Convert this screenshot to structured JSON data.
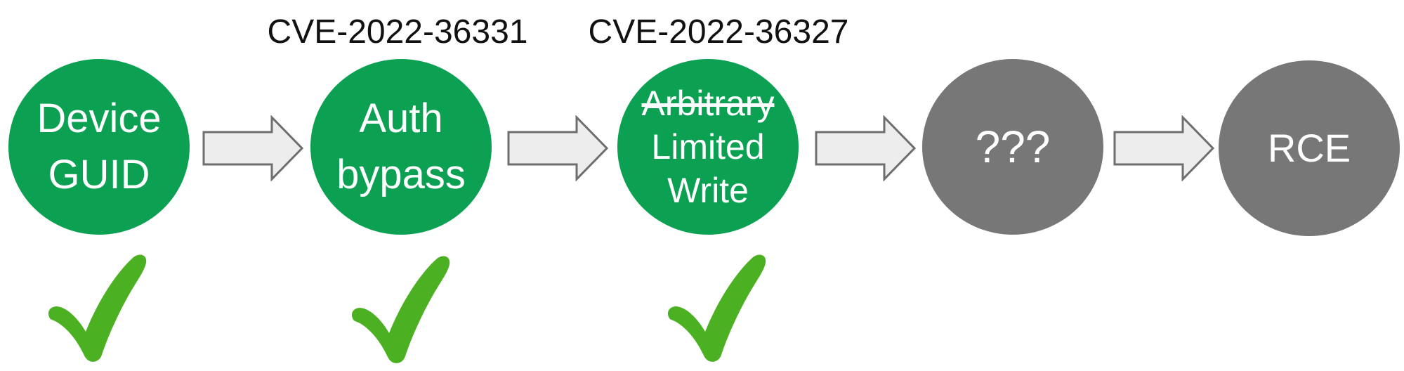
{
  "diagram": {
    "title_hint": "exploit-chain",
    "nodes": [
      {
        "name": "device-guid",
        "lines": [
          "Device",
          "GUID"
        ],
        "status": "achieved"
      },
      {
        "name": "auth-bypass",
        "cve": "CVE-2022-36331",
        "lines": [
          "Auth",
          "bypass"
        ],
        "status": "achieved"
      },
      {
        "name": "limited-write",
        "cve": "CVE-2022-36327",
        "lines": [
          "Arbitrary",
          "Limited",
          "Write"
        ],
        "strikethrough": "Arbitrary",
        "status": "achieved"
      },
      {
        "name": "unknown-step",
        "lines": [
          "???"
        ],
        "status": "unknown"
      },
      {
        "name": "rce",
        "lines": [
          "RCE"
        ],
        "status": "goal"
      }
    ],
    "colors": {
      "background": "#ffffff",
      "node_green": "#0ca053",
      "node_gray": "#777777",
      "arrow_fill": "#ededed",
      "arrow_stroke": "#6e6e6e",
      "check_green": "#4cb122",
      "text_white": "#ffffff",
      "label_black": "#111111"
    }
  }
}
